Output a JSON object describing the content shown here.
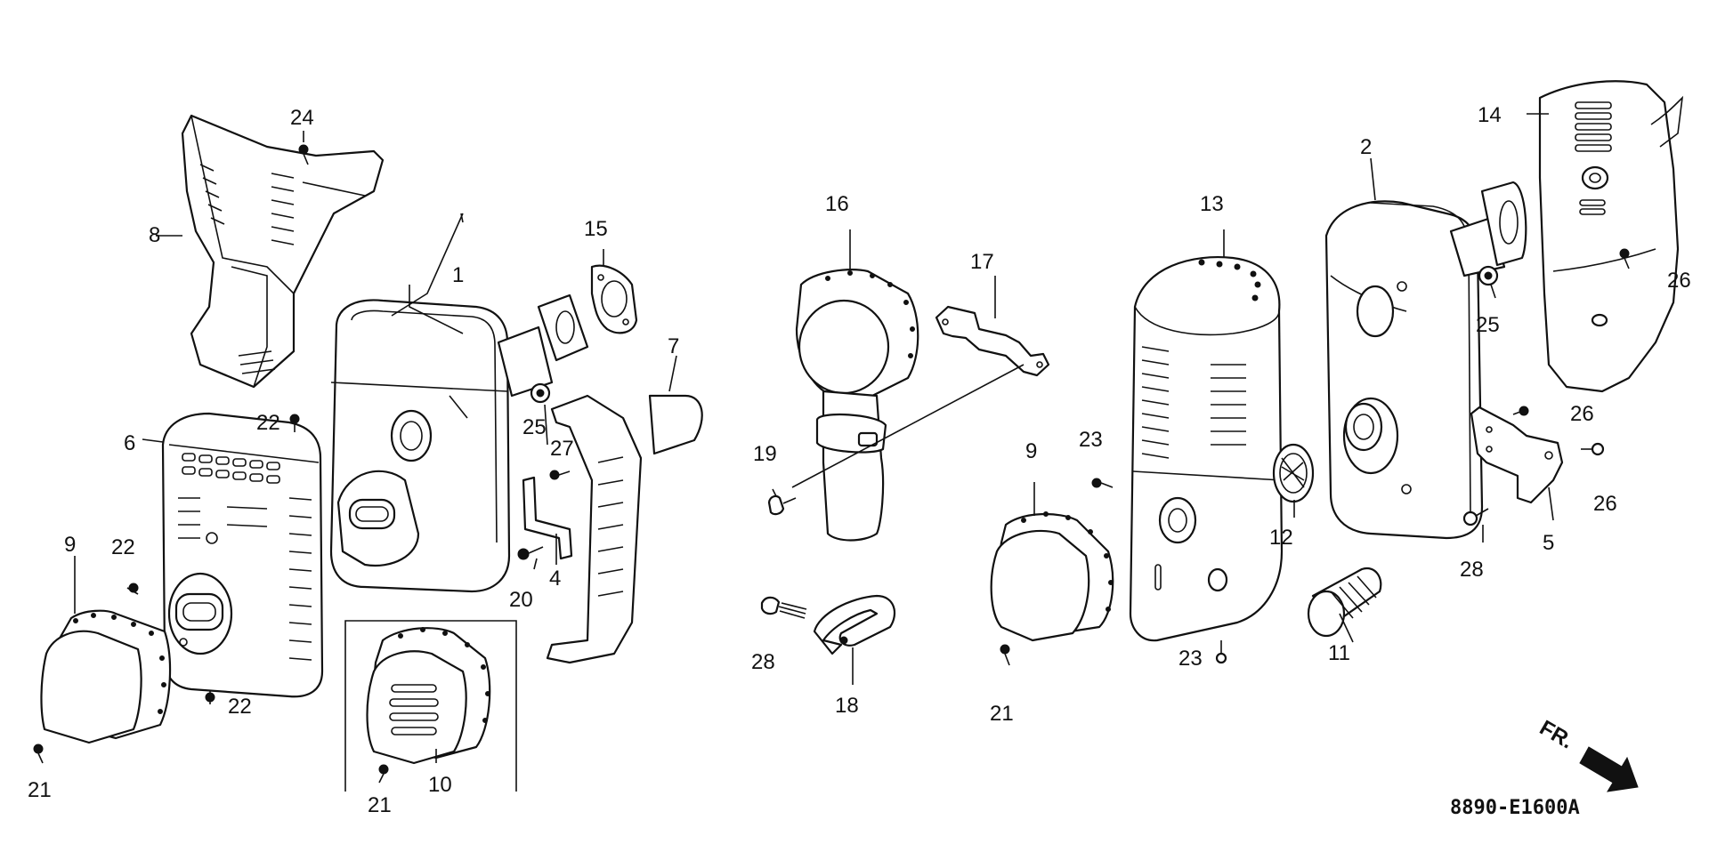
{
  "diagram": {
    "type": "exploded parts diagram",
    "callouts": [
      {
        "id": "c1",
        "label": "1"
      },
      {
        "id": "c2",
        "label": "2"
      },
      {
        "id": "c4",
        "label": "4"
      },
      {
        "id": "c5",
        "label": "5"
      },
      {
        "id": "c6",
        "label": "6"
      },
      {
        "id": "c7",
        "label": "7"
      },
      {
        "id": "c8",
        "label": "8"
      },
      {
        "id": "c9a",
        "label": "9"
      },
      {
        "id": "c9b",
        "label": "9"
      },
      {
        "id": "c10",
        "label": "10"
      },
      {
        "id": "c11",
        "label": "11"
      },
      {
        "id": "c12",
        "label": "12"
      },
      {
        "id": "c13",
        "label": "13"
      },
      {
        "id": "c14",
        "label": "14"
      },
      {
        "id": "c15",
        "label": "15"
      },
      {
        "id": "c16",
        "label": "16"
      },
      {
        "id": "c17",
        "label": "17"
      },
      {
        "id": "c18",
        "label": "18"
      },
      {
        "id": "c19",
        "label": "19"
      },
      {
        "id": "c20",
        "label": "20"
      },
      {
        "id": "c21a",
        "label": "21"
      },
      {
        "id": "c21b",
        "label": "21"
      },
      {
        "id": "c21c",
        "label": "21"
      },
      {
        "id": "c22a",
        "label": "22"
      },
      {
        "id": "c22b",
        "label": "22"
      },
      {
        "id": "c22c",
        "label": "22"
      },
      {
        "id": "c23a",
        "label": "23"
      },
      {
        "id": "c23b",
        "label": "23"
      },
      {
        "id": "c24",
        "label": "24"
      },
      {
        "id": "c25a",
        "label": "25"
      },
      {
        "id": "c25b",
        "label": "25"
      },
      {
        "id": "c26a",
        "label": "26"
      },
      {
        "id": "c26b",
        "label": "26"
      },
      {
        "id": "c26c",
        "label": "26"
      },
      {
        "id": "c27",
        "label": "27"
      },
      {
        "id": "c28a",
        "label": "28"
      },
      {
        "id": "c28b",
        "label": "28"
      }
    ],
    "front_indicator": "FR.",
    "drawing_code": "8890-E1600A"
  }
}
